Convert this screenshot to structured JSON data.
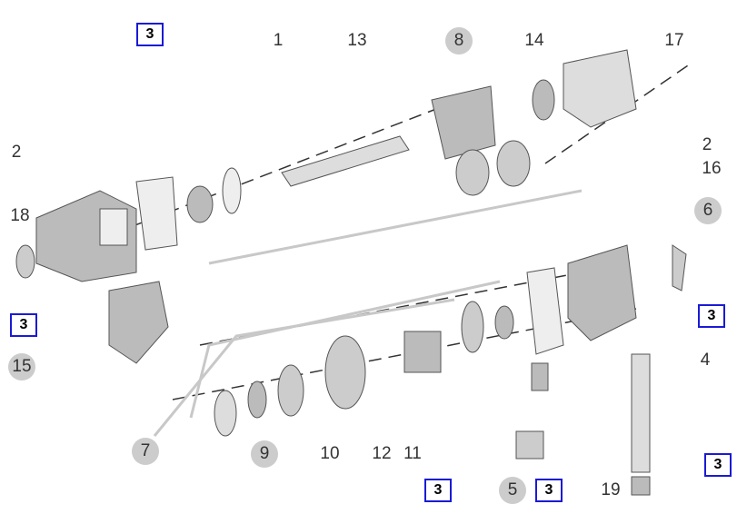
{
  "callouts": {
    "c1": "1",
    "c13": "13",
    "c8": "8",
    "c14": "14",
    "c17": "17",
    "c2a": "2",
    "c18": "18",
    "c2b": "2",
    "c16": "16",
    "c6": "6",
    "c4": "4",
    "c15": "15",
    "c7": "7",
    "c9": "9",
    "c10": "10",
    "c12": "12",
    "c11": "11",
    "c5": "5",
    "c19": "19"
  },
  "seal_callouts": {
    "b1": "3",
    "b2": "3",
    "b3": "3",
    "b4": "3",
    "b5": "3",
    "b6": "3"
  },
  "colors": {
    "seal_box": "#1a1ad6",
    "circle_fill": "#cccccc",
    "shading": "#bdbdbd"
  }
}
